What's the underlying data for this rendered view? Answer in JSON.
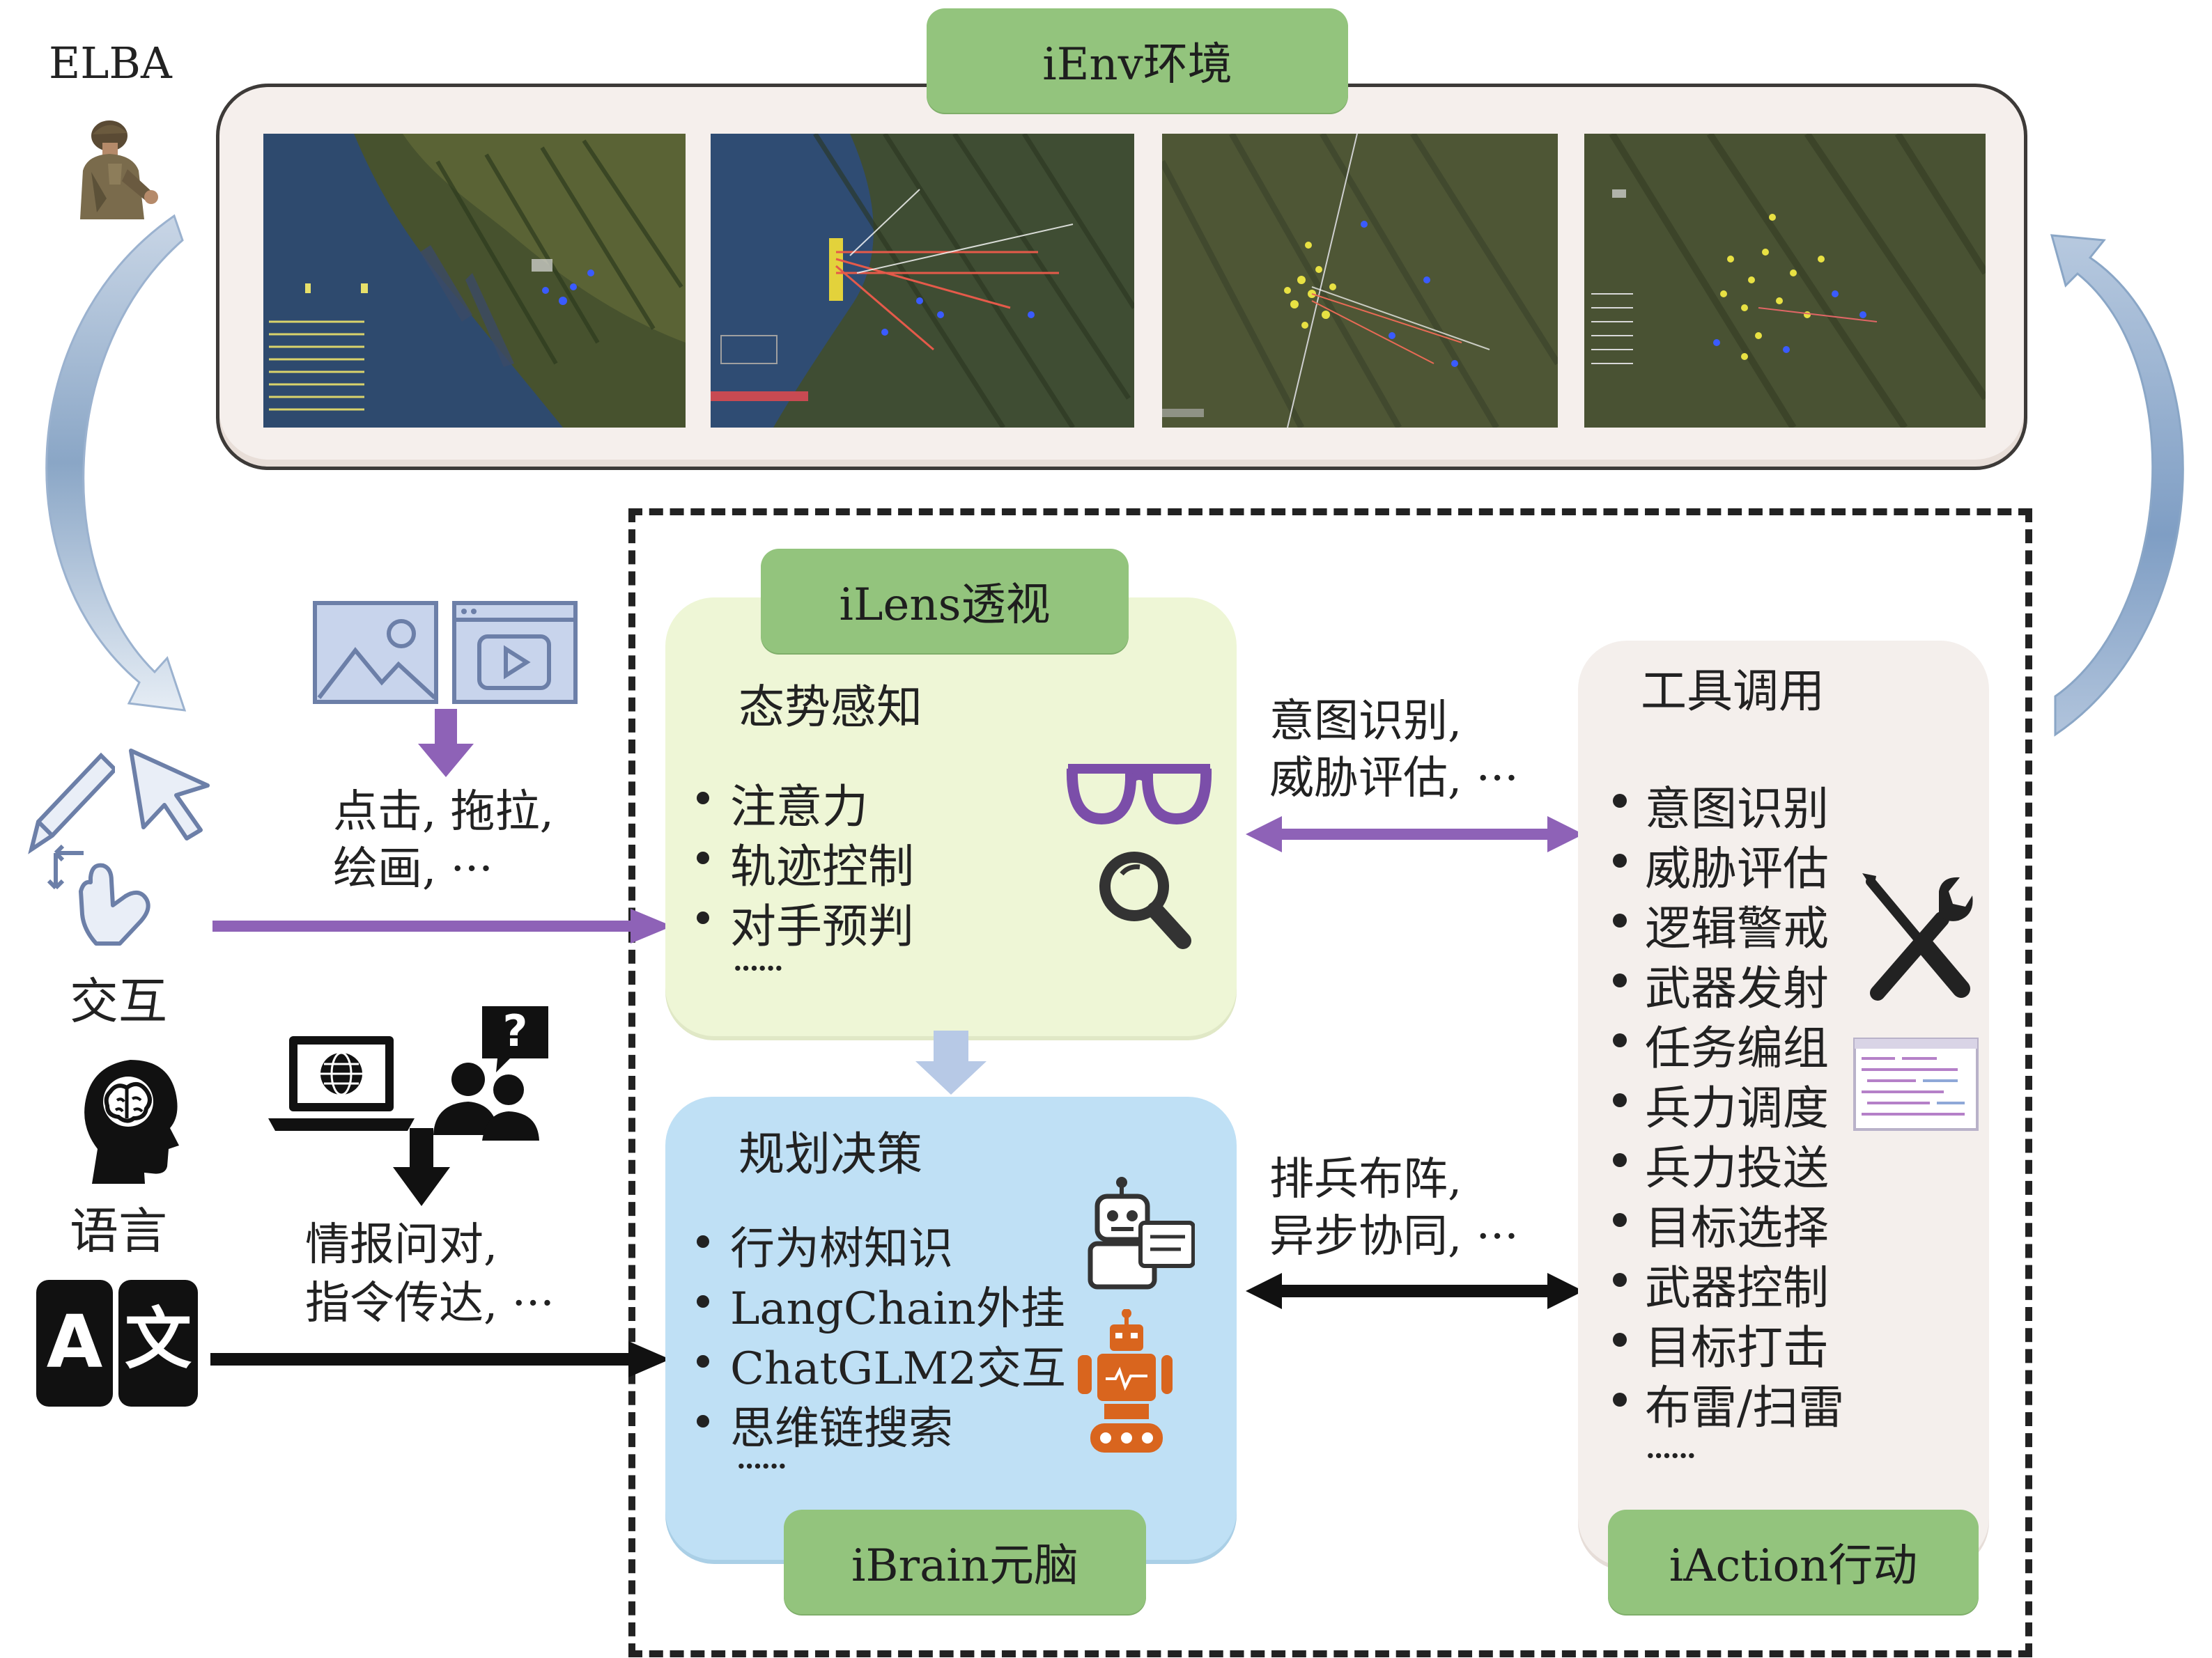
{
  "elba_label": "ELBA",
  "ienv": {
    "title": "iEnv环境"
  },
  "left": {
    "interaction_label": "交互",
    "interaction_text": [
      "点击, 拖拉,",
      "绘画, ···"
    ],
    "language_label": "语言",
    "language_text": [
      "情报问对,",
      "指令传达, ···"
    ],
    "translate_icon_glyphs": {
      "latin": "A",
      "cjk": "文"
    },
    "question_mark": "?"
  },
  "ilens": {
    "title": "iLens透视",
    "heading": "态势感知",
    "items": [
      "注意力",
      "轨迹控制",
      "对手预判"
    ],
    "more": "······"
  },
  "ibrain": {
    "title": "iBrain元脑",
    "heading": "规划决策",
    "items": [
      "行为树知识",
      "LangChain外挂",
      "ChatGLM2交互",
      "思维链搜索"
    ],
    "more": "······"
  },
  "middle": {
    "top_text": [
      "意图识别,",
      "威胁评估, ···"
    ],
    "bottom_text": [
      "排兵布阵,",
      "异步协同, ···"
    ]
  },
  "iaction": {
    "title": "iAction行动",
    "heading": "工具调用",
    "items": [
      "意图识别",
      "威胁评估",
      "逻辑警戒",
      "武器发射",
      "任务编组",
      "兵力调度",
      "兵力投送",
      "目标选择",
      "武器控制",
      "目标打击",
      "布雷/扫雷"
    ],
    "more": "······"
  },
  "colors": {
    "green_tag": "#93c47d",
    "ilens_panel": "#eef6d6",
    "ibrain_panel": "#bfe0f5",
    "iaction_panel": "#f4efec",
    "purple": "#8e62b7",
    "black": "#111111",
    "env_frame": "#f5efec"
  },
  "icons": [
    "soldier-icon",
    "image-icon",
    "video-icon",
    "pen-icon",
    "cursor-icon",
    "touch-icon",
    "brain-head-icon",
    "translate-icon",
    "laptop-globe-icon",
    "people-question-icon",
    "glasses-icon",
    "magnifier-icon",
    "robot-chat-icon",
    "robot-orange-icon",
    "tools-icon",
    "code-window-icon"
  ]
}
